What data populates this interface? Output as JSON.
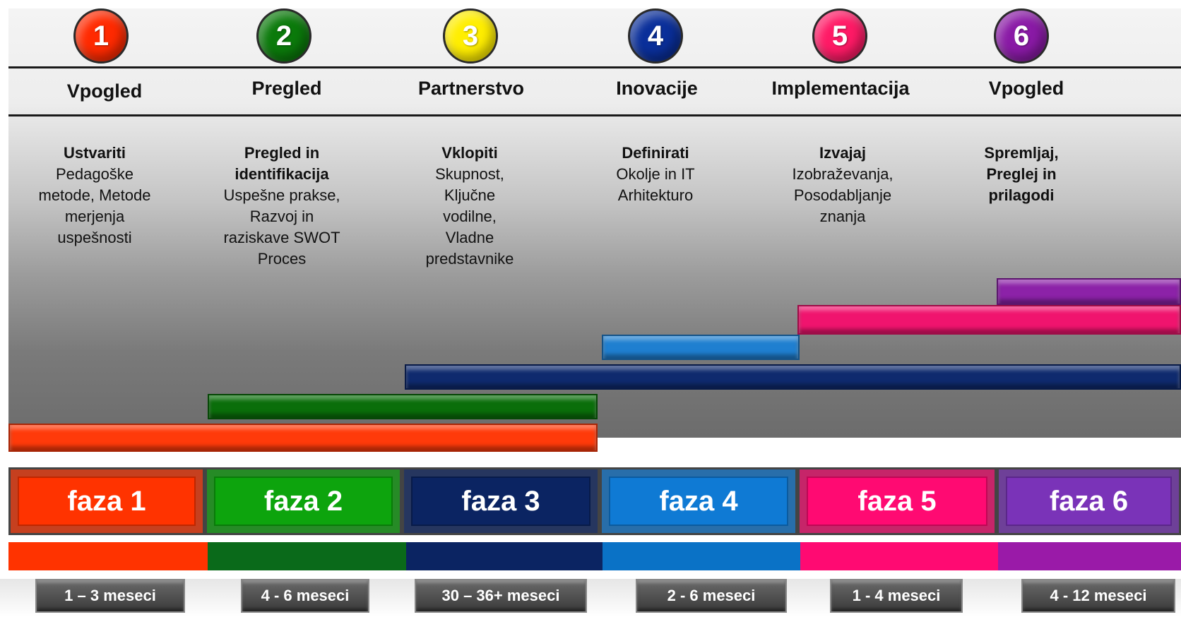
{
  "phases": [
    {
      "number": "1",
      "title": "Vpogled",
      "desc_bold": "Ustvariti",
      "desc": "Pedagoške metode, Metode merjenja uspešnosti",
      "faza": "faza 1",
      "duration": "1 – 3 meseci",
      "color": "#ff3300"
    },
    {
      "number": "2",
      "title": "Pregled",
      "desc_bold": "Pregled in identifikacija",
      "desc": "Uspešne prakse, Razvoj in raziskave SWOT Proces",
      "faza": "faza 2",
      "duration": "4 - 6 meseci",
      "color": "#009900"
    },
    {
      "number": "3",
      "title": "Partnerstvo",
      "desc_bold": "Vklopiti",
      "desc": "Skupnost, Ključne vodilne, Vladne predstavnike",
      "faza": "faza 3",
      "duration": "30 – 36+ meseci",
      "color": "#002466"
    },
    {
      "number": "4",
      "title": "Inovacije",
      "desc_bold": "Definirati",
      "desc": "Okolje in IT Arhitekturo",
      "faza": "faza 4",
      "duration": "2 - 6 meseci",
      "color": "#0073cc"
    },
    {
      "number": "5",
      "title": "Implementacija",
      "desc_bold": "Izvajaj",
      "desc": "Izobraževanja, Posodabljanje znanja",
      "faza": "faza 5",
      "duration": "1 - 4 meseci",
      "color": "#ff0077"
    },
    {
      "number": "6",
      "title": "Vpogled",
      "desc_bold": "Spremljaj, Preglej in prilagodi",
      "desc": "",
      "faza": "faza 6",
      "duration": "4 - 12 meseci",
      "color": "#8a1fa8"
    }
  ],
  "circle_colors": [
    "#ff2a00",
    "#0b7a0b",
    "#ffee00",
    "#0a2f9a",
    "#ff1a66",
    "#8a1aa6"
  ]
}
